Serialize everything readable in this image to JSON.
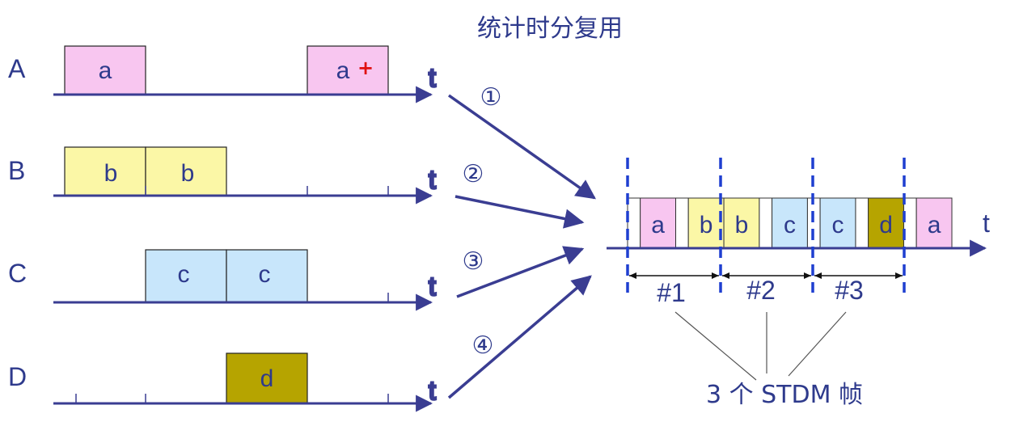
{
  "title": "统计时分复用",
  "colors": {
    "axis": "#3a3d92",
    "text": "#2e3a8c",
    "divider": "#1f3fd0",
    "marker": "#e01010",
    "a": "#f8c6f0",
    "b": "#fbf7a6",
    "c": "#c8e6fb",
    "d": "#b6a400"
  },
  "axis_label": "t",
  "rows": [
    {
      "label": "A",
      "boxes": [
        {
          "text": "a",
          "marker": ""
        },
        {
          "text": "a",
          "marker": "+"
        }
      ]
    },
    {
      "label": "B",
      "boxes": [
        {
          "text": "b",
          "marker": ""
        },
        {
          "text": "b",
          "marker": ""
        }
      ]
    },
    {
      "label": "C",
      "boxes": [
        {
          "text": "c",
          "marker": ""
        },
        {
          "text": "c",
          "marker": ""
        }
      ]
    },
    {
      "label": "D",
      "boxes": [
        {
          "text": "d",
          "marker": ""
        }
      ]
    }
  ],
  "channels": [
    "①",
    "②",
    "③",
    "④"
  ],
  "output_slots": [
    "",
    "a",
    "",
    "b",
    "b",
    "",
    "c",
    "",
    "c",
    "",
    "d",
    "",
    "a"
  ],
  "frames": [
    "#1",
    "#2",
    "#3"
  ],
  "caption": "3 个 STDM 帧"
}
